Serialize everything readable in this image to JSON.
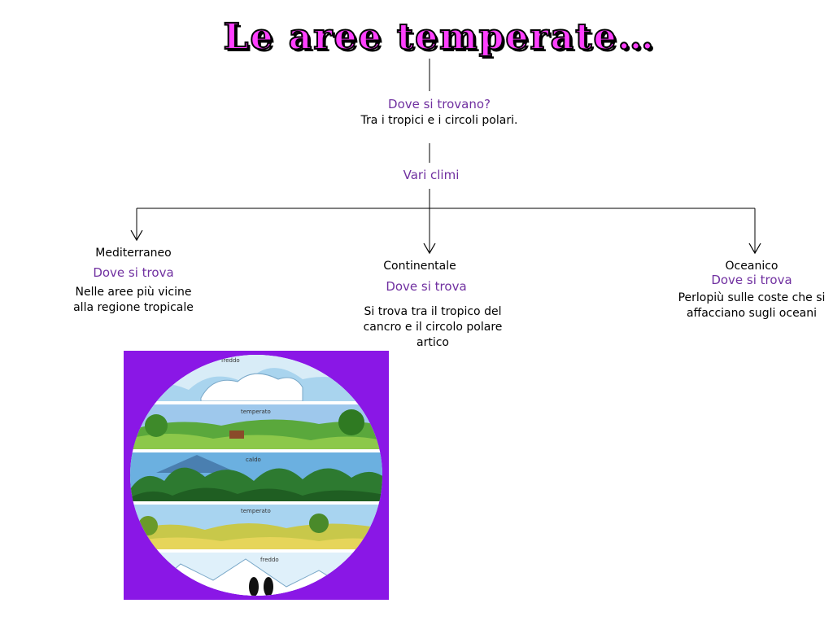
{
  "title": "Le aree temperate…",
  "colors": {
    "title_fill": "#ff40ff",
    "title_outline": "#000000",
    "heading": "#7030a0",
    "image_bg": "#8a17e6"
  },
  "root": {
    "question": "Dove si trovano?",
    "answer": "Tra i tropici e i circoli polari.",
    "sub": "Vari climi"
  },
  "climates": [
    {
      "name": "Mediterraneo",
      "heading": "Dove si trova",
      "desc": "Nelle aree più vicine alla regione tropicale"
    },
    {
      "name": "Continentale",
      "heading": "Dove si trova",
      "desc": "Si trova tra il tropico del cancro e il circolo polare artico"
    },
    {
      "name": "Oceanico",
      "heading": "Dove si trova",
      "desc": "Perlopiù sulle coste che si affacciano sugli oceani"
    }
  ],
  "zones_image": {
    "bands": [
      "freddo",
      "temperato",
      "caldo",
      "temperato",
      "freddo"
    ]
  }
}
